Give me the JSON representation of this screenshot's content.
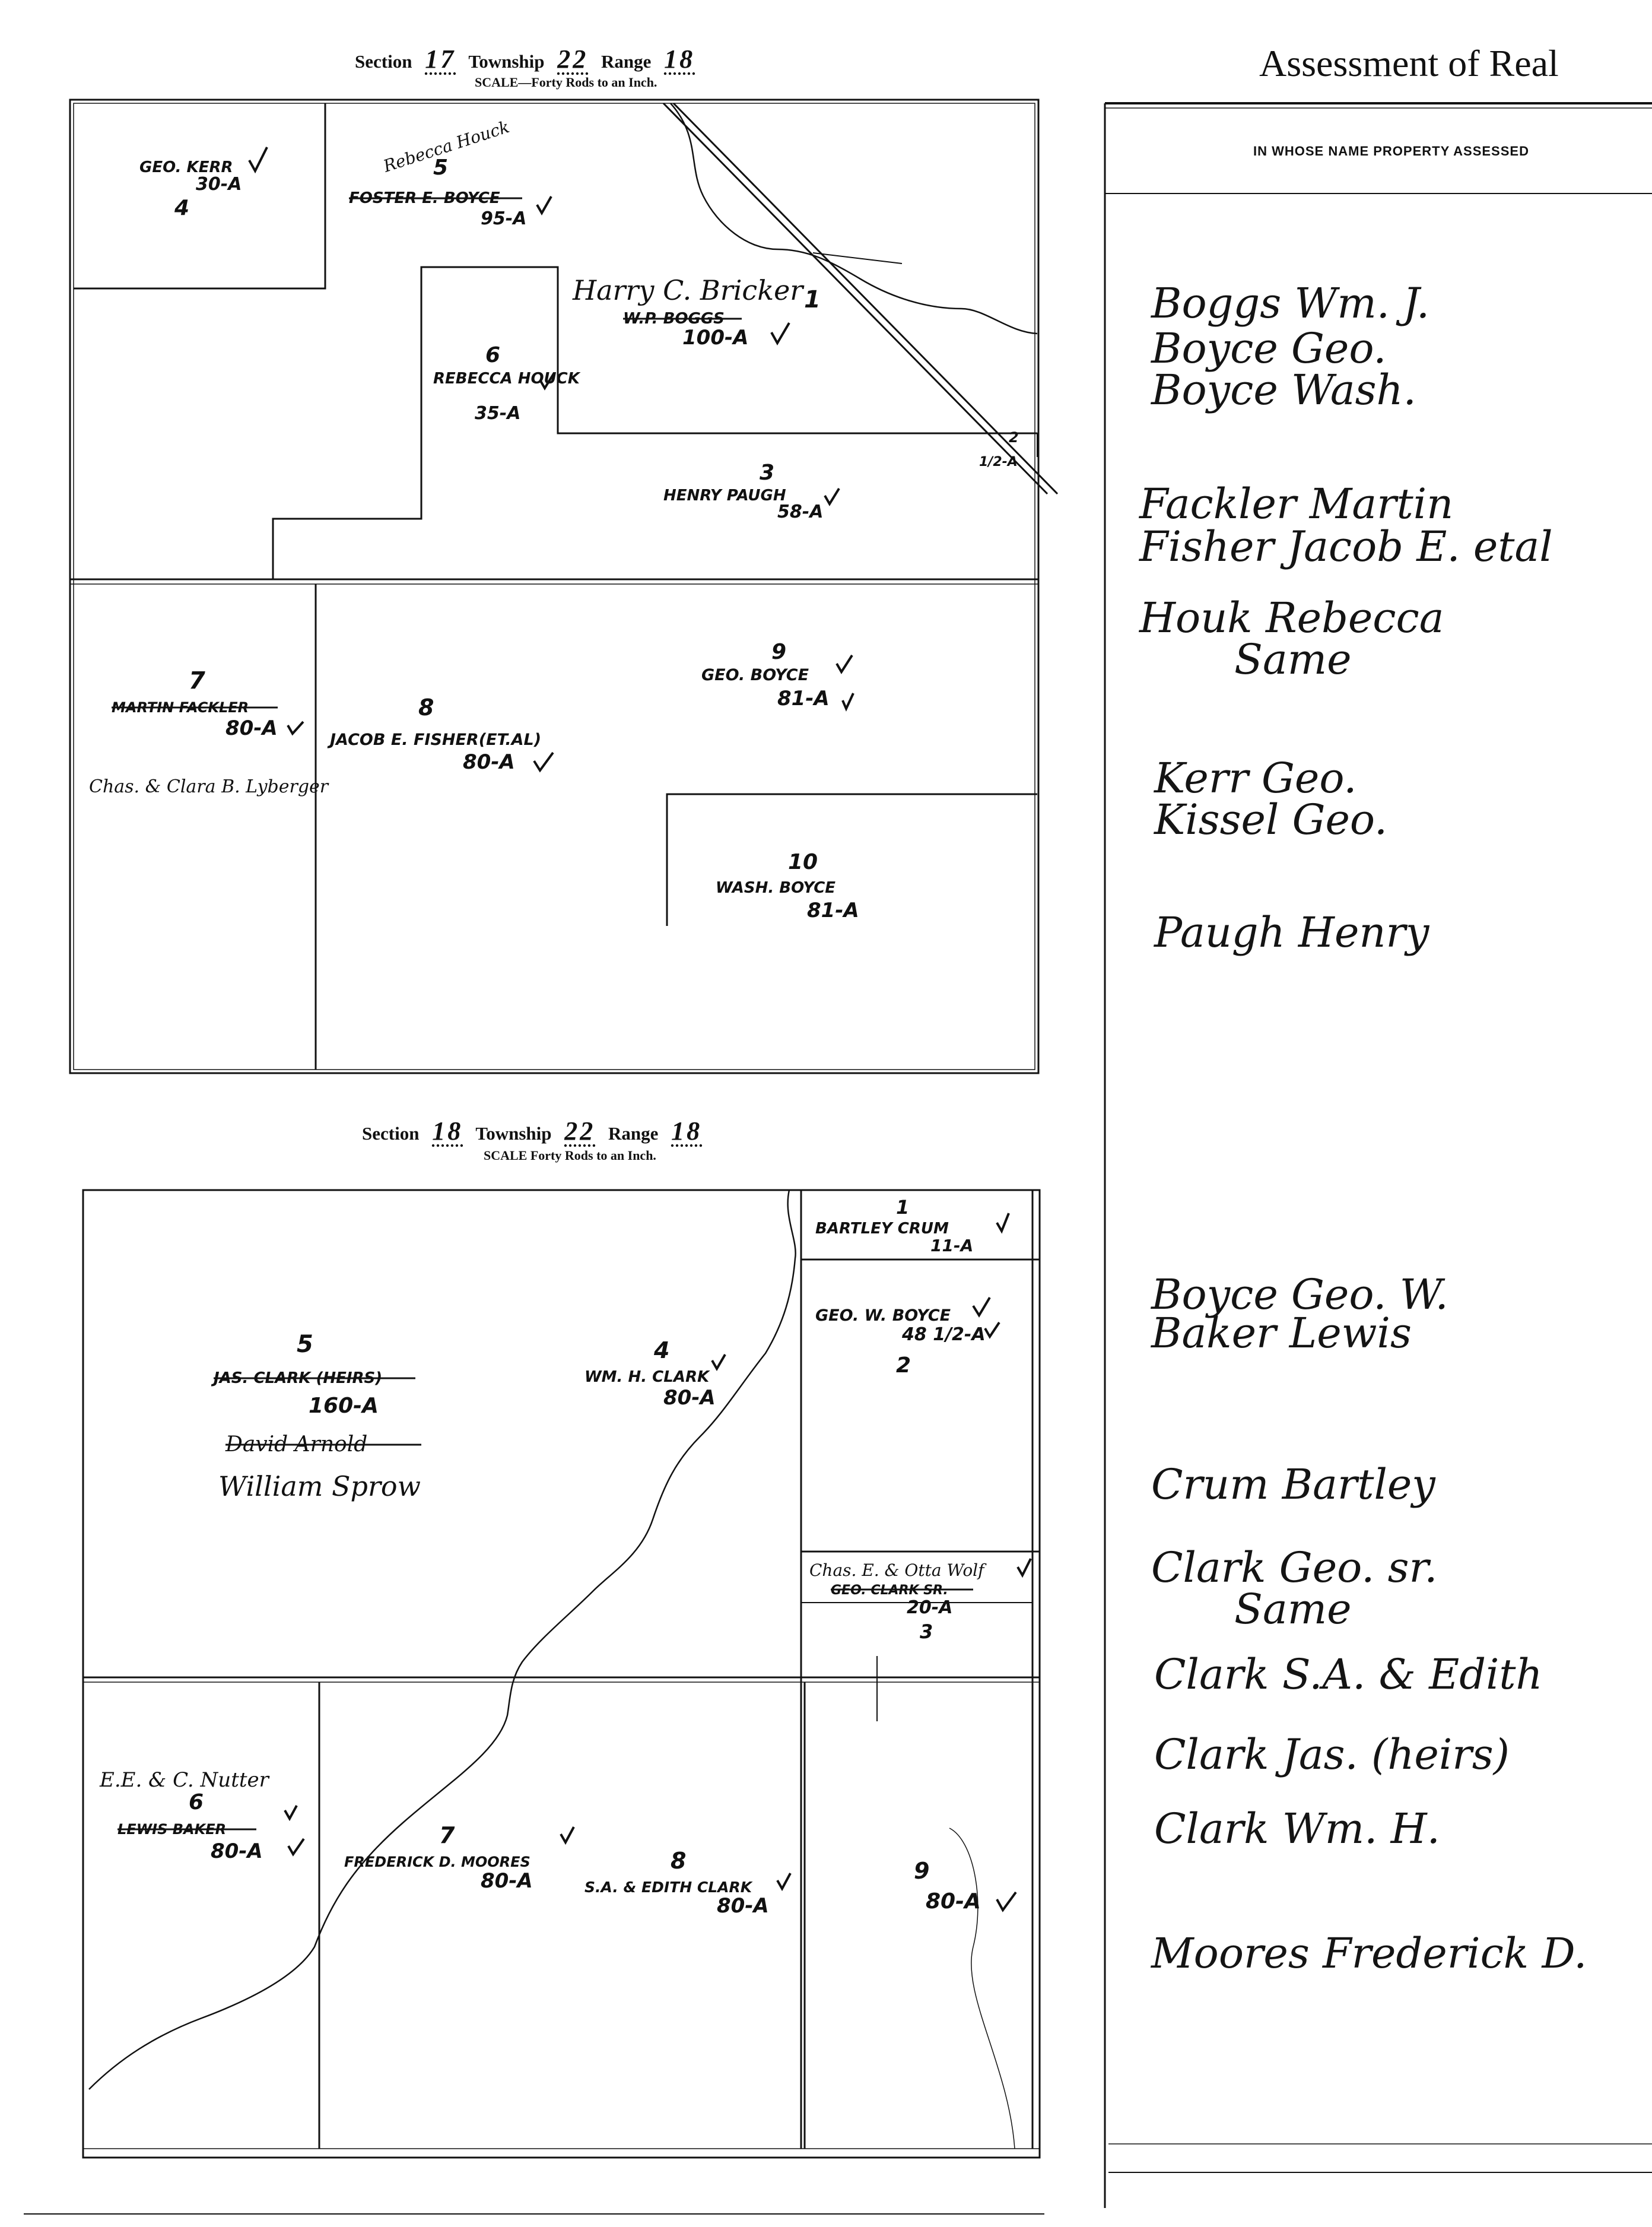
{
  "map_upper": {
    "section_label": "Section",
    "section": "17",
    "township_label": "Township",
    "township": "22",
    "range_label": "Range",
    "range": "18",
    "scale": "SCALE—Forty Rods to an Inch.",
    "parcels": [
      {
        "num": "4",
        "owner": "GEO. KERR",
        "acres": "30-A"
      },
      {
        "num": "5",
        "owner_struck": "FOSTER E. BOYCE",
        "owner_new": "Rebecca Houck",
        "acres": "95-A"
      },
      {
        "num": "1",
        "owner_struck": "W.P. BOGGS",
        "owner_new": "Harry C. Bricker",
        "acres": "100-A"
      },
      {
        "num": "6",
        "owner": "REBECCA HOUCK",
        "acres": "35-A"
      },
      {
        "num": "2",
        "acres": "1/2-A"
      },
      {
        "num": "3",
        "owner": "HENRY PAUGH",
        "acres": "58-A"
      },
      {
        "num": "7",
        "owner_struck": "MARTIN FACKLER",
        "owner_new": "Chas. & Clara B. Lyberger",
        "acres": "80-A"
      },
      {
        "num": "8",
        "owner": "JACOB E. FISHER(ET.AL)",
        "acres": "80-A"
      },
      {
        "num": "9",
        "owner": "GEO. BOYCE",
        "acres": "81-A"
      },
      {
        "num": "10",
        "owner": "WASH. BOYCE",
        "acres": "81-A"
      }
    ]
  },
  "map_lower": {
    "section_label": "Section",
    "section": "18",
    "township_label": "Township",
    "township": "22",
    "range_label": "Range",
    "range": "18",
    "scale": "SCALE Forty Rods to an Inch.",
    "parcels": [
      {
        "num": "1",
        "owner": "BARTLEY CRUM",
        "acres": "11-A"
      },
      {
        "num": "2",
        "owner": "GEO. W. BOYCE",
        "acres": "48 1/2-A"
      },
      {
        "num": "5",
        "owner_struck": "JAS. CLARK (HEIRS)",
        "owner_struck2": "David Arnold",
        "owner_new": "William Sprow",
        "acres": "160-A"
      },
      {
        "num": "4",
        "owner": "WM. H. CLARK",
        "acres": "80-A"
      },
      {
        "num": "3",
        "owner_struck": "GEO. CLARK SR.",
        "owner_new": "Chas. E. & Otta Wolf",
        "acres": "20-A"
      },
      {
        "num": "6",
        "owner_struck": "LEWIS BAKER",
        "owner_new": "E.E. & C. Nutter",
        "acres": "80-A"
      },
      {
        "num": "7",
        "owner": "FREDERICK D. MOORES",
        "acres": "80-A"
      },
      {
        "num": "8",
        "owner": "S.A. & EDITH CLARK",
        "acres": "80-A"
      },
      {
        "num": "9",
        "acres": "80-A"
      }
    ]
  },
  "assessment": {
    "title": "Assessment of Real",
    "column_header": "IN WHOSE NAME PROPERTY ASSESSED",
    "owners": [
      "Boggs Wm. J.",
      "Boyce Geo.",
      "Boyce Wash.",
      "Fackler Martin",
      "Fisher Jacob E. etal",
      "Houk Rebecca",
      "Same",
      "Kerr Geo.",
      "Kissel Geo.",
      "Paugh Henry",
      "Boyce Geo. W.",
      "Baker Lewis",
      "Crum Bartley",
      "Clark Geo. sr.",
      "Same",
      "Clark S.A. & Edith",
      "Clark Jas. (heirs)",
      "Clark Wm. H.",
      "Moores Frederick D."
    ]
  }
}
